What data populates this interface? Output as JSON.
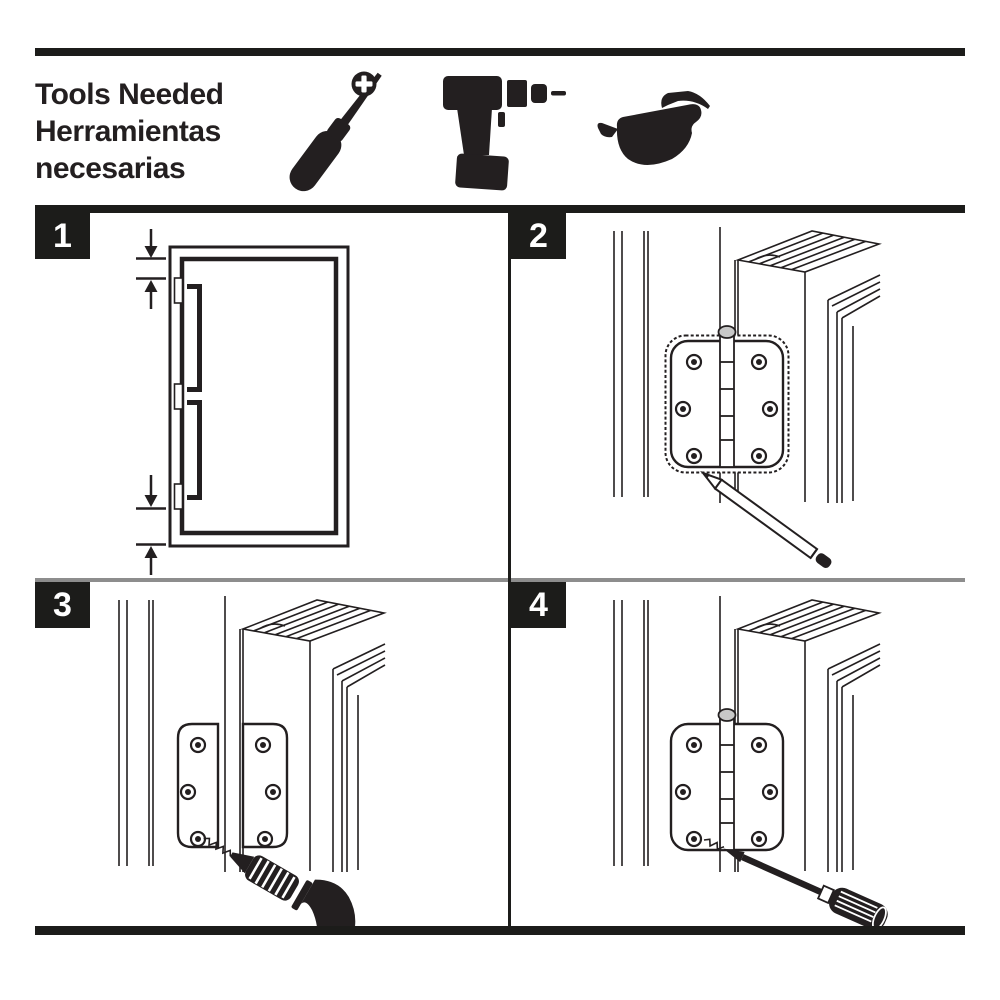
{
  "colors": {
    "ink": "#231f20",
    "rule_black": "#1c1c1a",
    "divider_gray": "#8d8d8d",
    "paper": "#ffffff"
  },
  "header": {
    "title_en": "Tools Needed",
    "title_es_1": "Herramientas",
    "title_es_2": "necesarias",
    "tools": [
      {
        "name": "phillips-screwdriver-icon"
      },
      {
        "name": "power-drill-icon"
      },
      {
        "name": "safety-glasses-icon"
      }
    ]
  },
  "steps": [
    {
      "number": "1",
      "illustration": "door-hinge-spacing-measurement-diagram"
    },
    {
      "number": "2",
      "illustration": "trace-hinge-outline-on-door-with-pencil"
    },
    {
      "number": "3",
      "illustration": "drill-pilot-holes-through-open-hinge"
    },
    {
      "number": "4",
      "illustration": "drive-hinge-screws-with-screwdriver"
    }
  ]
}
